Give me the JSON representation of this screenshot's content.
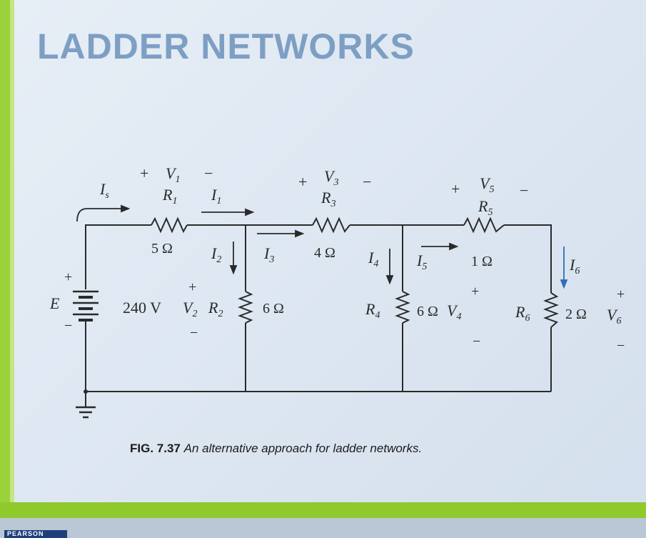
{
  "slide": {
    "title": "LADDER NETWORKS",
    "caption_label": "FIG. 7.37",
    "caption_text": "An alternative approach for ladder networks.",
    "footer_logo": "PEARSON"
  },
  "circuit": {
    "source": {
      "name": "E",
      "value": "240 V",
      "current": "I",
      "current_sub": "s",
      "plus": "+",
      "minus": "−"
    },
    "resistors": [
      {
        "name": "R",
        "sub": "1",
        "value": "5 Ω",
        "voltage": "V",
        "voltage_sub": "1",
        "current": "I",
        "current_sub": "1"
      },
      {
        "name": "R",
        "sub": "2",
        "value": "6 Ω",
        "voltage": "V",
        "voltage_sub": "2",
        "current": "I",
        "current_sub": "2"
      },
      {
        "name": "R",
        "sub": "3",
        "value": "4 Ω",
        "voltage": "V",
        "voltage_sub": "3",
        "current": "I",
        "current_sub": "3"
      },
      {
        "name": "R",
        "sub": "4",
        "value": "6 Ω",
        "voltage": "V",
        "voltage_sub": "4",
        "current": "I",
        "current_sub": "4"
      },
      {
        "name": "R",
        "sub": "5",
        "value": "1 Ω",
        "voltage": "V",
        "voltage_sub": "5",
        "current": "I",
        "current_sub": "5"
      },
      {
        "name": "R",
        "sub": "6",
        "value": "2 Ω",
        "voltage": "V",
        "voltage_sub": "6",
        "current": "I",
        "current_sub": "6"
      }
    ],
    "plus": "+",
    "minus": "−"
  },
  "colors": {
    "title": "#7e9fc4",
    "accent_green": "#9bd13a",
    "wire": "#2a2a2a",
    "arrow_blue": "#2f6fb8"
  }
}
